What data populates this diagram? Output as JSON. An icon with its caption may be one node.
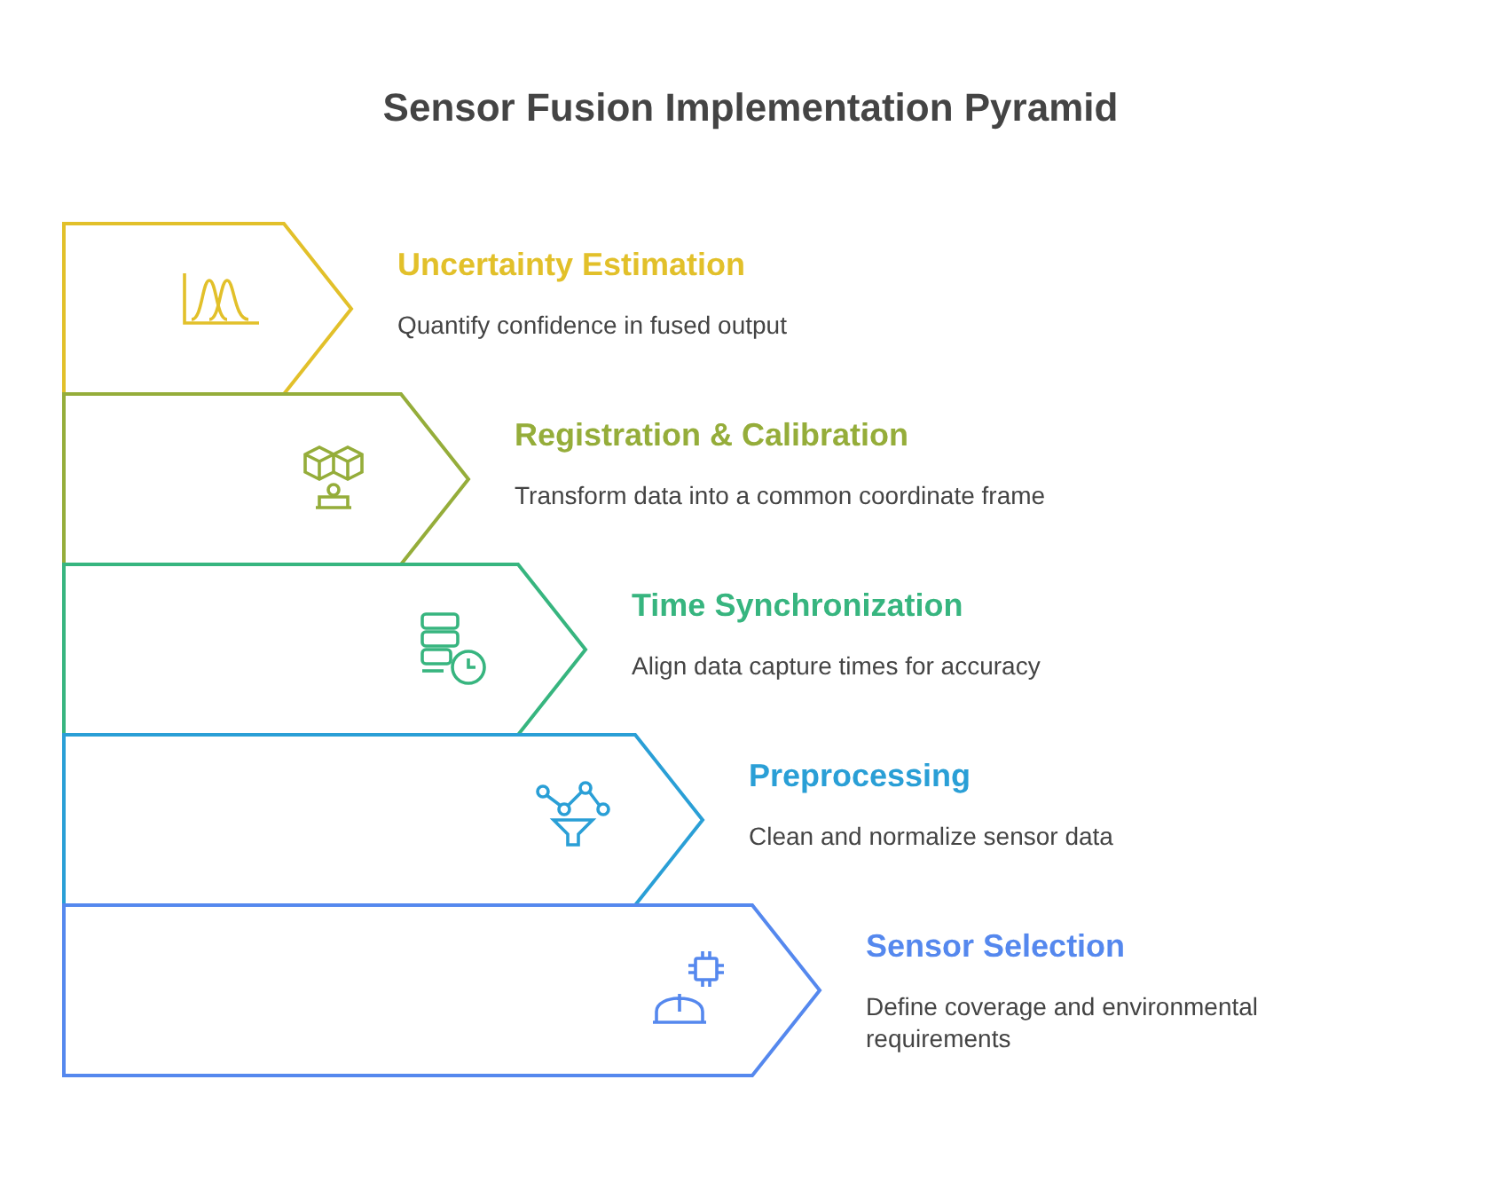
{
  "diagram": {
    "title": "Sensor Fusion Implementation Pyramid",
    "nodes": [
      {
        "text": [
          "Uncertainty Estimation",
          "Quantify confidence in fused output"
        ]
      },
      {
        "text": [
          "Registration & Calibration",
          "Transform data into a common coordinate frame"
        ]
      },
      {
        "text": [
          "Time Synchronization",
          "Align data capture times for accuracy"
        ]
      },
      {
        "text": [
          "Preprocessing",
          "Clean and normalize sensor data"
        ]
      },
      {
        "text": [
          "Sensor Selection",
          "Define coverage and environmental requirements"
        ]
      }
    ],
    "edges": []
  }
}
